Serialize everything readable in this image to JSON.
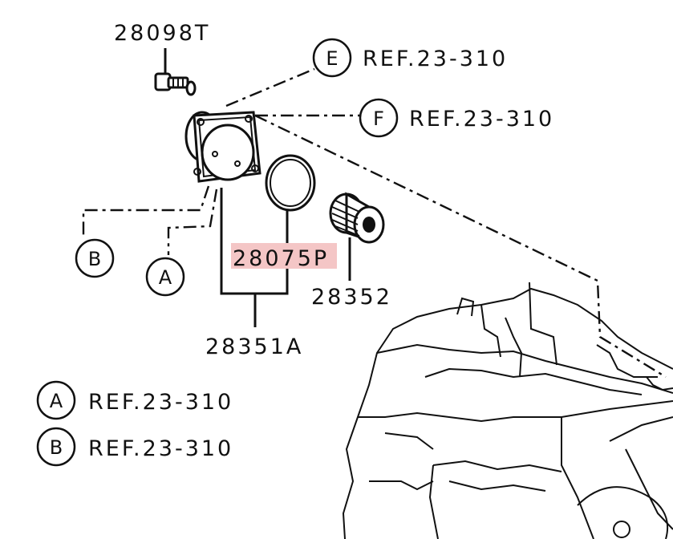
{
  "parts": {
    "bolt": "28098T",
    "o_ring": "28075P",
    "filter_element": "28352",
    "filter_cover": "28351A"
  },
  "callouts": {
    "e": {
      "letter": "E",
      "ref": "REF.23-310"
    },
    "f": {
      "letter": "F",
      "ref": "REF.23-310"
    },
    "a": {
      "letter": "A"
    },
    "b": {
      "letter": "B"
    }
  },
  "legend": [
    {
      "letter": "A",
      "ref": "REF.23-310"
    },
    {
      "letter": "B",
      "ref": "REF.23-310"
    }
  ],
  "colors": {
    "line": "#111111",
    "highlight": "#f4c6c6",
    "background": "#ffffff"
  }
}
